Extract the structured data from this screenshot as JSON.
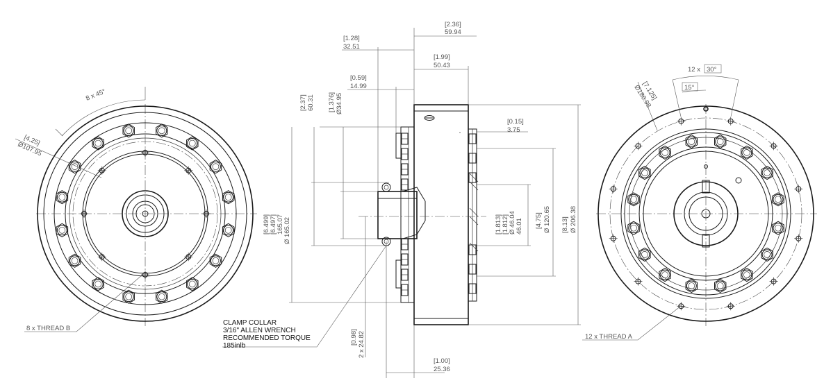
{
  "front_left": {
    "angle_note": "8 x 45°",
    "dia_inch": "[4.25]",
    "dia_mm": "Ø107.95",
    "thread_label": "8 x THREAD B"
  },
  "side": {
    "top_overall_inch": "[2.36]",
    "top_overall_mm": "59.94",
    "top_body_inch": "[1.99]",
    "top_body_mm": "50.43",
    "left_ext_inch": "[1.28]",
    "left_ext_mm": "32.51",
    "collar_inch": "[0.59]",
    "collar_mm": "14.99",
    "gap_inch": "[0.15]",
    "gap_mm": "3.75",
    "h1_inch": "[2.37]",
    "h1_mm": "60.31",
    "h2_inch": "[1.376]",
    "h2_mm": "Ø34.95",
    "h3_inch": "[6.499]",
    "h3_inch2": "[6.497]",
    "h3_mm": "165.07",
    "h3_mm2": "Ø 165.02",
    "r1_inch": "[1.813]",
    "r1_inch2": "[1.812]",
    "r1_mm": "Ø 46.04",
    "r1_mm2": "46.01",
    "r2_inch": "[4.75]",
    "r2_mm": "Ø 120.65",
    "r3_inch": "[8.13]",
    "r3_mm": "Ø 206.38",
    "bot_inch": "[0.98]",
    "bot_mm": "2 x 24.82",
    "bottom_inch": "[1.00]",
    "bottom_mm": "25.36",
    "clamp_note": [
      "CLAMP COLLAR",
      "3/16\" ALLEN WRENCH",
      "RECOMMENDED TORQUE",
      "185inlb"
    ]
  },
  "front_right": {
    "pattern_count": "12 x",
    "pattern_angle": "30°",
    "offset_angle": "15°",
    "dia_inch": "[7.125]",
    "dia_mm": "Ø180.98",
    "thread_label": "12 x THREAD A"
  }
}
